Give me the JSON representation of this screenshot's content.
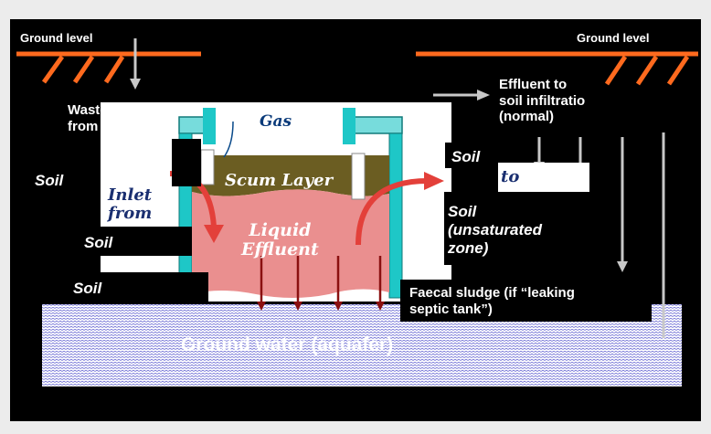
{
  "colors": {
    "frame": "#ececec",
    "panel": "#000000",
    "ground_line": "#ff6a1e",
    "arrow_grey": "#c8c8c8",
    "tank_wall": "#1ec7c7",
    "tank_lid": "#77dcdc",
    "scum": "#6b5d22",
    "liquid": "#ea8f8f",
    "flow_red": "#e3403a",
    "seep_red": "#8a1010",
    "aquifer_line": "#7a7ad8",
    "text_white": "#ffffff",
    "text_black": "#000000"
  },
  "labels": {
    "ground_level_left": "Ground level",
    "ground_level_right": "Ground level",
    "wastewater": "Wastewater\nfrom house",
    "effluent_to_soil": "Effluent to\nsoil infiltratio\n(normal)",
    "soil_left_top": "Soil",
    "soil_left_mid": "Soil",
    "soil_left_bottom": "Soil",
    "soil_right_top": "Soil",
    "soil_unsaturated": "Soil\n(unsaturated\nzone)",
    "faecal_sludge": "Faecal sludge (if “leaking\nseptic tank”)",
    "ground_water": "Ground water    (aquafer)"
  },
  "tank": {
    "gas": "Gas",
    "scum_layer": "Scum Layer",
    "liquid_effluent": "Liquid\nEffluent",
    "inlet_from": "Inlet\nfrom",
    "outlet_to": "to"
  },
  "icons": [
    "down-arrow-icon",
    "right-arrow-icon"
  ]
}
